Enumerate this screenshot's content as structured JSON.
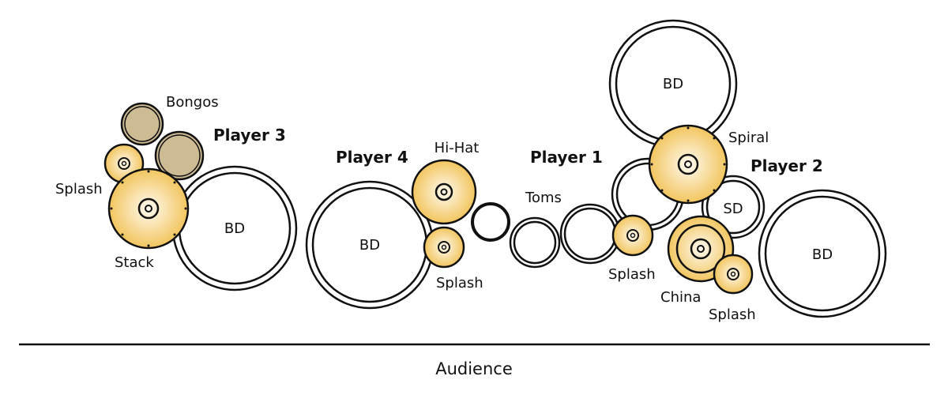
{
  "title": "Stage setup",
  "colors": {
    "cymbal_fill": "#f2c96a",
    "cymbal_center": "#fff8e6",
    "bongo_fill": "#cdbb93",
    "outline": "#111111",
    "background": "#ffffff"
  },
  "players": [
    {
      "id": "player3",
      "label": "Player 3"
    },
    {
      "id": "player4",
      "label": "Player 4"
    },
    {
      "id": "player1",
      "label": "Player 1"
    },
    {
      "id": "player2",
      "label": "Player 2"
    }
  ],
  "instruments": {
    "p3_bongos": "Bongos",
    "p3_splash": "Splash",
    "p3_stack": "Stack",
    "p3_bd": "BD",
    "p4_hihat": "Hi-Hat",
    "p4_bd": "BD",
    "p4_splash": "Splash",
    "p1_toms": "Toms",
    "p1_splash": "Splash",
    "p2_bd_top": "BD",
    "p2_spiral": "Spiral",
    "p2_sd": "SD",
    "p2_china": "China",
    "p2_splash": "Splash",
    "p2_bd_right": "BD"
  },
  "audience_label": "Audience"
}
